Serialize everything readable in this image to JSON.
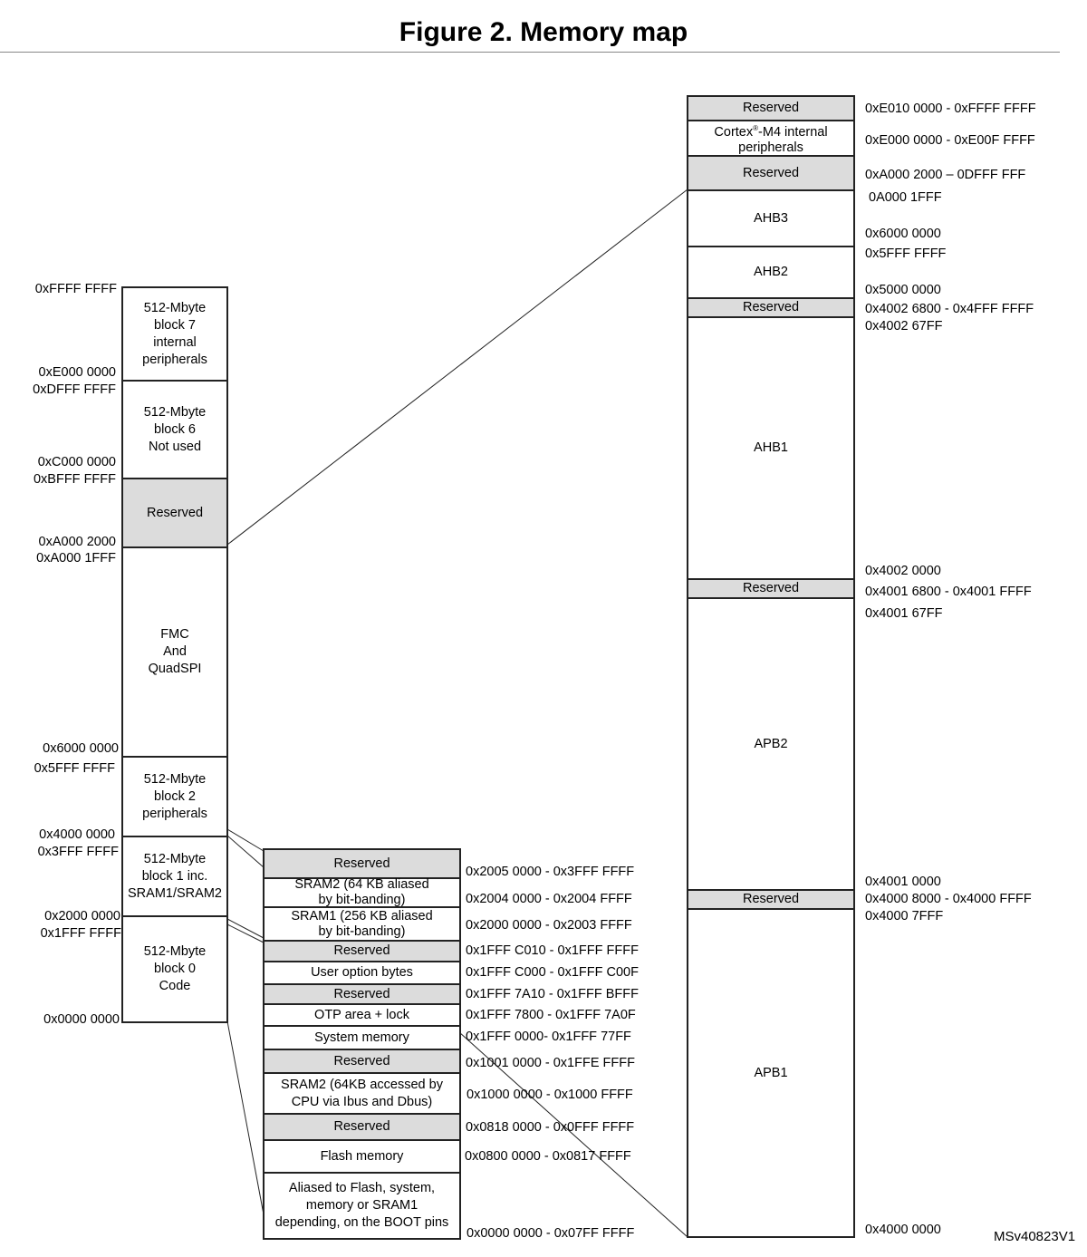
{
  "title": "Figure 2. Memory map",
  "left_blocks": [
    {
      "text": "512-Mbyte\nblock 7\ninternal\nperipherals",
      "reserved": false
    },
    {
      "text": "512-Mbyte\nblock 6\nNot used",
      "reserved": false
    },
    {
      "text": "Reserved",
      "reserved": true
    },
    {
      "text": "FMC\nAnd\nQuadSPI",
      "reserved": false
    },
    {
      "text": "512-Mbyte\nblock 2\nperipherals",
      "reserved": false
    },
    {
      "text": "512-Mbyte\nblock 1 inc.\nSRAM1/SRAM2",
      "reserved": false
    },
    {
      "text": "512-Mbyte\nblock 0\nCode",
      "reserved": false
    }
  ],
  "left_labels": [
    "0xFFFF FFFF",
    "0xE000 0000",
    "0xDFFF FFFF",
    "0xC000 0000",
    "0xBFFF FFFF",
    "0xA000 2000",
    "0xA000 1FFF",
    "0x6000 0000",
    "0x5FFF FFFF",
    "0x4000  0000",
    "0x3FFF  FFFF",
    "0x2000 0000",
    "0x1FFF FFFF",
    "0x0000 0000"
  ],
  "mid_blocks": [
    {
      "text": "Reserved",
      "reserved": true
    },
    {
      "text": "SRAM2 (64 KB aliased\nby bit-banding)",
      "reserved": false
    },
    {
      "text": "SRAM1 (256 KB aliased\nby bit-banding)",
      "reserved": false
    },
    {
      "text": "Reserved",
      "reserved": true
    },
    {
      "text": "User option bytes",
      "reserved": false
    },
    {
      "text": "Reserved",
      "reserved": true
    },
    {
      "text": "OTP area + lock",
      "reserved": false
    },
    {
      "text": "System memory",
      "reserved": false
    },
    {
      "text": "Reserved",
      "reserved": true
    },
    {
      "text": "SRAM2 (64KB accessed by\nCPU via Ibus and Dbus)",
      "reserved": false
    },
    {
      "text": "Reserved",
      "reserved": true
    },
    {
      "text": "Flash memory",
      "reserved": false
    },
    {
      "text": "Aliased to Flash, system,\nmemory or SRAM1\ndepending, on the BOOT pins",
      "reserved": false
    }
  ],
  "mid_labels": [
    "0x2005 0000 - 0x3FFF FFFF",
    "0x2004 0000 - 0x2004 FFFF",
    "0x2000 0000 - 0x2003 FFFF",
    "0x1FFF C010 - 0x1FFF FFFF",
    "0x1FFF C000 - 0x1FFF C00F",
    "0x1FFF 7A10 - 0x1FFF BFFF",
    "0x1FFF 7800 -  0x1FFF 7A0F",
    "0x1FFF 0000- 0x1FFF 77FF",
    "0x1001 0000 - 0x1FFE FFFF",
    "0x1000 0000 - 0x1000 FFFF",
    "0x0818 0000 - 0x0FFF FFFF",
    "0x0800 0000 - 0x0817 FFFF",
    "0x0000 0000 - 0x07FF FFFF"
  ],
  "right_blocks": [
    {
      "text": "Reserved",
      "reserved": true
    },
    {
      "text": "Cortex-M4 internal\nperipherals",
      "prefix": "Cortex",
      "sup": "®",
      "suffix": "-M4 internal\nperipherals",
      "reserved": false
    },
    {
      "text": "Reserved",
      "reserved": true
    },
    {
      "text": "AHB3",
      "reserved": false
    },
    {
      "text": "AHB2",
      "reserved": false
    },
    {
      "text": "Reserved",
      "reserved": true
    },
    {
      "text": "AHB1",
      "reserved": false
    },
    {
      "text": "Reserved",
      "reserved": true
    },
    {
      "text": "APB2",
      "reserved": false
    },
    {
      "text": "Reserved",
      "reserved": true
    },
    {
      "text": "APB1",
      "reserved": false
    }
  ],
  "right_labels": [
    "0xE010 0000 - 0xFFFF FFFF",
    "0xE000 0000 - 0xE00F FFFF",
    "0xA000 2000 – 0DFFF FFF",
    "0A000 1FFF",
    "0x6000 0000",
    "0x5FFF FFFF",
    "0x5000 0000",
    "0x4002 6800 - 0x4FFF FFFF",
    "0x4002 67FF",
    "0x4002 0000",
    "0x4001 6800 - 0x4001 FFFF",
    "0x4001 67FF",
    "0x4001 0000",
    "0x4000 8000 - 0x4000 FFFF",
    "0x4000 7FFF",
    "0x4000 0000"
  ],
  "code_label": "MSv40823V1"
}
